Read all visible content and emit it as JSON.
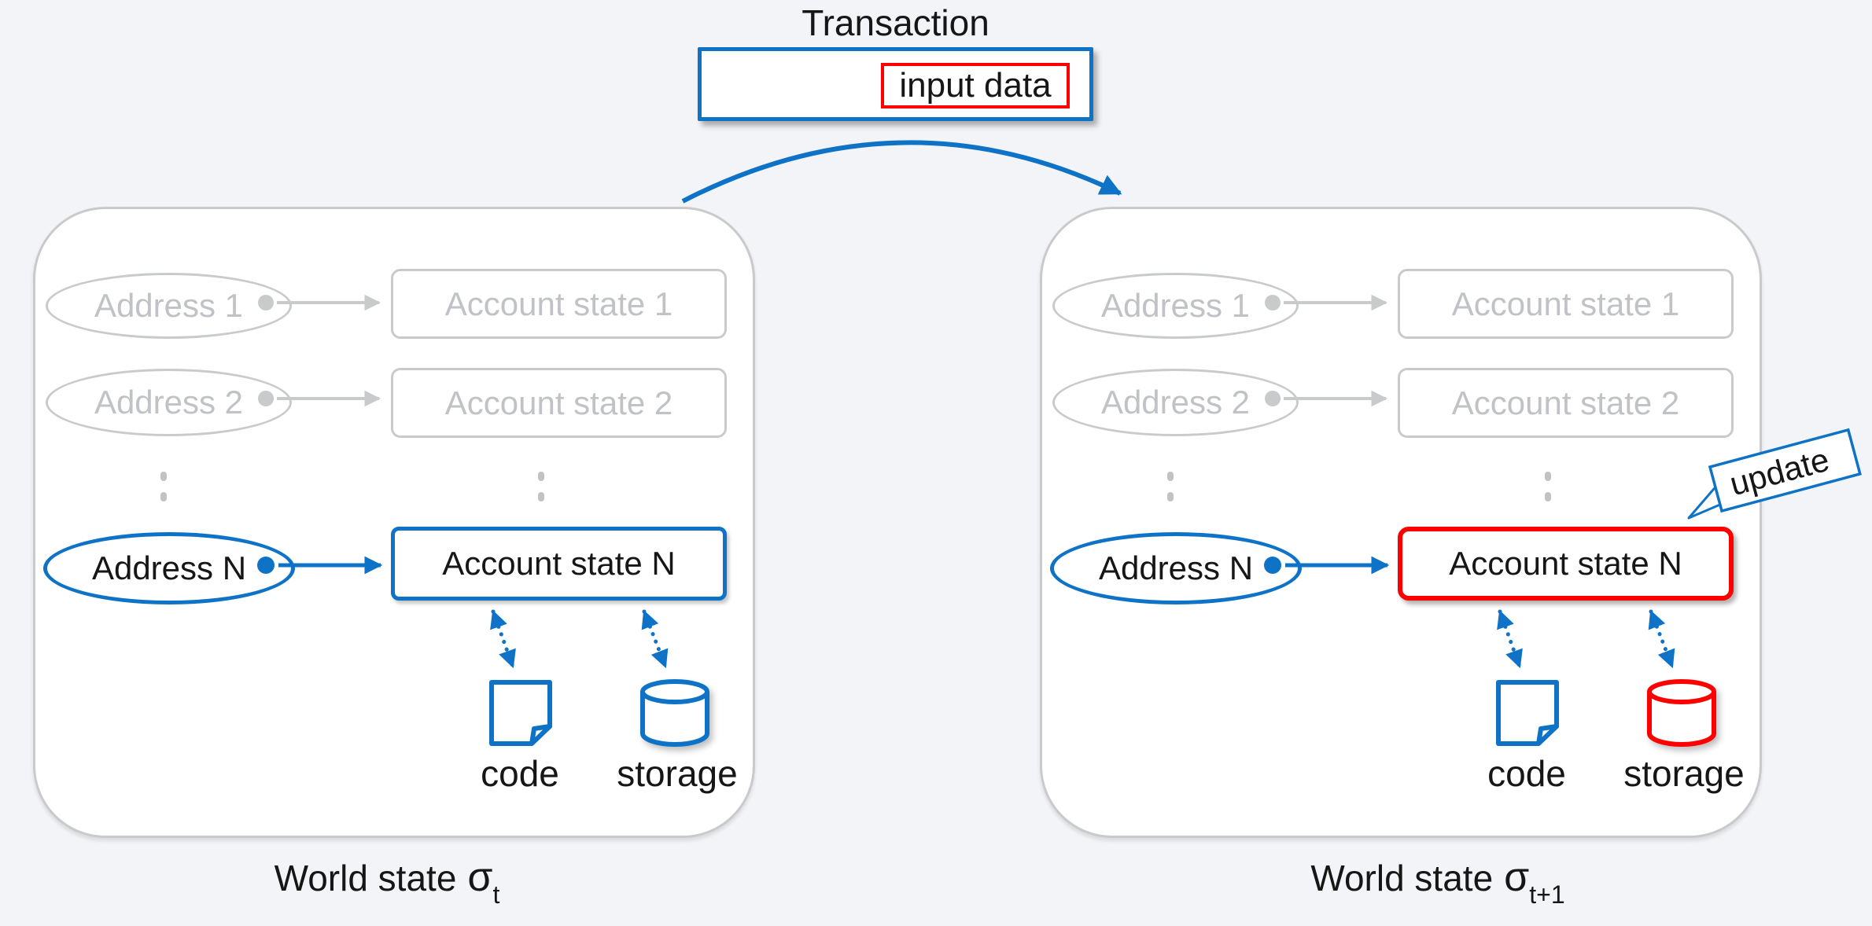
{
  "transaction": {
    "title": "Transaction",
    "input_label": "input data"
  },
  "panels": [
    {
      "side": "left",
      "rows": [
        {
          "address": "Address 1",
          "account": "Account state 1"
        },
        {
          "address": "Address 2",
          "account": "Account state 2"
        }
      ],
      "row_n": {
        "address": "Address N",
        "account": "Account state N"
      },
      "code_label": "code",
      "storage_label": "storage",
      "caption": {
        "text": "World state",
        "sigma": "σ",
        "subscript": "t"
      }
    },
    {
      "side": "right",
      "rows": [
        {
          "address": "Address 1",
          "account": "Account state 1"
        },
        {
          "address": "Address 2",
          "account": "Account state 2"
        }
      ],
      "row_n": {
        "address": "Address N",
        "account": "Account state N"
      },
      "code_label": "code",
      "storage_label": "storage",
      "update_label": "update",
      "caption": {
        "text": "World state",
        "sigma": "σ",
        "subscript": "t+1"
      }
    }
  ],
  "colors": {
    "blue": "#0e73c6",
    "red": "#fe0000",
    "gray_border": "#c8cacc",
    "gray_text": "#c0c2c5",
    "background": "#f3f4f7",
    "text": "#161616"
  }
}
